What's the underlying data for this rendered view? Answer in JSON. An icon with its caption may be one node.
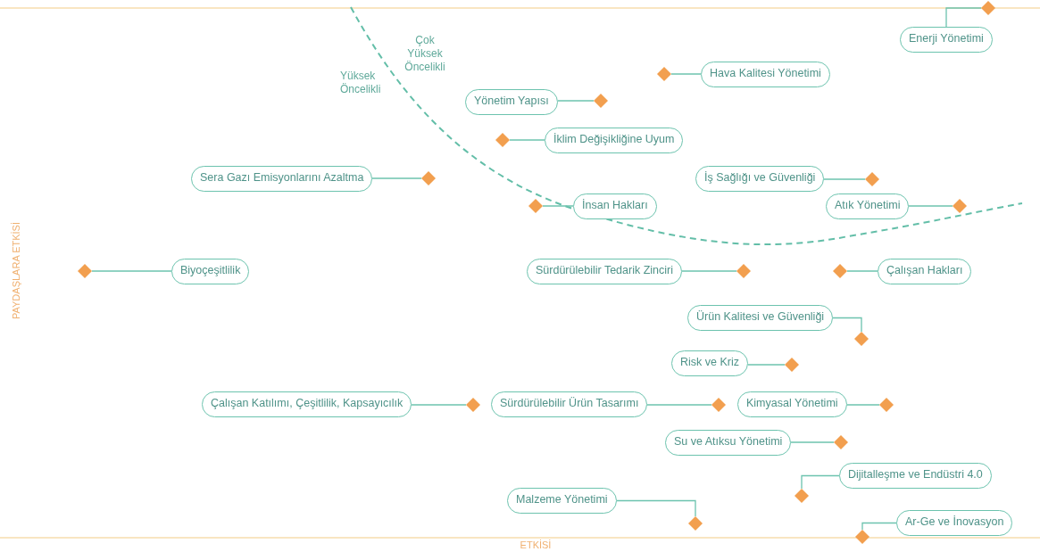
{
  "diagram": {
    "nodes": [
      {
        "text": [
          "Enerji Yönetimi"
        ]
      },
      {
        "text": [],
        "shape": "diamond"
      },
      {
        "text": [
          "Hava Kalitesi Yönetimi"
        ]
      },
      {
        "text": [],
        "shape": "diamond"
      },
      {
        "text": [
          "Yönetim Yapısı"
        ]
      },
      {
        "text": [],
        "shape": "diamond"
      },
      {
        "text": [
          "İklim Değişikliğine Uyum"
        ]
      },
      {
        "text": [],
        "shape": "diamond"
      },
      {
        "text": [
          "Sera Gazı Emisyonlarını Azaltma"
        ]
      },
      {
        "text": [],
        "shape": "diamond"
      },
      {
        "text": [
          "İş Sağlığı ve Güvenliği"
        ]
      },
      {
        "text": [],
        "shape": "diamond"
      },
      {
        "text": [
          "İnsan Hakları"
        ]
      },
      {
        "text": [],
        "shape": "diamond"
      },
      {
        "text": [
          "Atık Yönetimi"
        ]
      },
      {
        "text": [],
        "shape": "diamond"
      },
      {
        "text": [
          "Biyoçeşitlilik"
        ]
      },
      {
        "text": [],
        "shape": "diamond"
      },
      {
        "text": [
          "Sürdürülebilir Tedarik Zinciri"
        ]
      },
      {
        "text": [],
        "shape": "diamond"
      },
      {
        "text": [
          "Çalışan Hakları"
        ]
      },
      {
        "text": [],
        "shape": "diamond"
      },
      {
        "text": [
          "Ürün Kalitesi ve Güvenliği"
        ]
      },
      {
        "text": [],
        "shape": "diamond"
      },
      {
        "text": [
          "Risk ve Kriz"
        ]
      },
      {
        "text": [],
        "shape": "diamond"
      },
      {
        "text": [
          "Çalışan Katılımı, Çeşitlilik, Kapsayıcılık"
        ]
      },
      {
        "text": [],
        "shape": "diamond"
      },
      {
        "text": [
          "Sürdürülebilir Ürün Tasarımı"
        ]
      },
      {
        "text": [],
        "shape": "diamond"
      },
      {
        "text": [
          "Kimyasal Yönetimi"
        ]
      },
      {
        "text": [],
        "shape": "diamond"
      },
      {
        "text": [
          "Su ve Atıksu Yönetimi"
        ]
      },
      {
        "text": [],
        "shape": "diamond"
      },
      {
        "text": [
          "Dijitalleşme ve Endüstri 4.0"
        ]
      },
      {
        "text": [],
        "shape": "diamond"
      },
      {
        "text": [
          "Malzeme Yönetimi"
        ]
      },
      {
        "text": [],
        "shape": "diamond"
      },
      {
        "text": [
          "Ar-Ge ve İnovasyon"
        ]
      },
      {
        "text": [],
        "shape": "diamond"
      }
    ],
    "edges": [
      {
        "from": 0,
        "to": 1,
        "arrow": "none"
      },
      {
        "from": 2,
        "to": 3,
        "arrow": "none"
      },
      {
        "from": 4,
        "to": 5,
        "arrow": "none"
      },
      {
        "from": 6,
        "to": 7,
        "arrow": "none"
      },
      {
        "from": 8,
        "to": 9,
        "arrow": "none"
      },
      {
        "from": 10,
        "to": 11,
        "arrow": "none"
      },
      {
        "from": 12,
        "to": 13,
        "arrow": "none"
      },
      {
        "from": 14,
        "to": 15,
        "arrow": "none"
      },
      {
        "from": 16,
        "to": 17,
        "arrow": "none"
      },
      {
        "from": 18,
        "to": 19,
        "arrow": "none"
      },
      {
        "from": 20,
        "to": 21,
        "arrow": "none"
      },
      {
        "from": 22,
        "to": 23,
        "arrow": "none"
      },
      {
        "from": 24,
        "to": 25,
        "arrow": "none"
      },
      {
        "from": 26,
        "to": 27,
        "arrow": "none"
      },
      {
        "from": 28,
        "to": 29,
        "arrow": "none"
      },
      {
        "from": 30,
        "to": 31,
        "arrow": "none"
      },
      {
        "from": 32,
        "to": 33,
        "arrow": "none"
      },
      {
        "from": 34,
        "to": 35,
        "arrow": "none"
      },
      {
        "from": 36,
        "to": 37,
        "arrow": "none"
      },
      {
        "from": 38,
        "to": 39,
        "arrow": "none"
      }
    ],
    "labels": [
      "Çok Yüksek Öncelikli",
      "Yüksek Öncelikli",
      "PAYDAŞLARA ETKİSİ",
      "ETKİSİ"
    ]
  }
}
